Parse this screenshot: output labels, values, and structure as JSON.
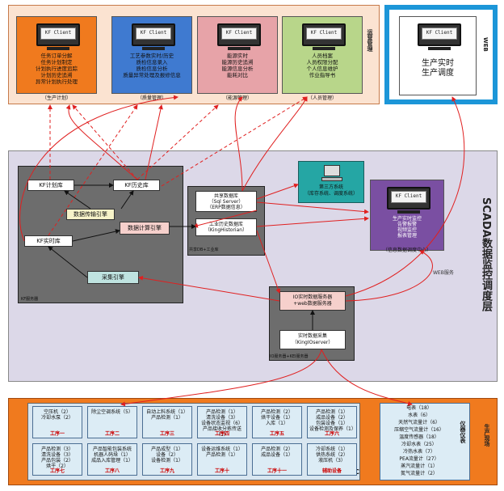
{
  "mgmt": {
    "side_label": "运营管理",
    "clients": [
      {
        "screen": "KF Client",
        "lines": [
          "任务订单分解",
          "任务计划制定",
          "计划执行进度追踪",
          "计划历史追溯",
          "异常计划执行处理"
        ],
        "caption": "（生产计划）",
        "bg": "#f07a1e"
      },
      {
        "screen": "KF Client",
        "lines": [
          "工艺参数实时/历史",
          "质检信息录入",
          "质检信息分析",
          "质量异常处理及报修信息"
        ],
        "caption": "（质量管理）",
        "bg": "#3f7ad0"
      },
      {
        "screen": "KF Client",
        "lines": [
          "能源实时",
          "能源历史追溯",
          "能源信息分析",
          "能耗对比"
        ],
        "caption": "（能源管理）",
        "bg": "#e7a3a8"
      },
      {
        "screen": "KF Client",
        "lines": [
          "人员档案",
          "人员权限分配",
          "个人信息维护",
          "作业指导书"
        ],
        "caption": "（人员管理）",
        "bg": "#b8d68a"
      }
    ]
  },
  "web": {
    "side_label": "WEB",
    "client": {
      "screen": "KF Client",
      "lines": [
        "生产实时",
        "生产调度"
      ],
      "bg": "#4db04a"
    }
  },
  "scada": {
    "title": "SCADA数据监控调度层",
    "mes_service_label": "KF服务器",
    "mes_boxes": {
      "plan_db": "KF计划库",
      "history_db": "KF历史库",
      "realtime_db": "KF实时库",
      "data_drive": "数据传输引擎",
      "data_calc": "数据计算引擎",
      "collect_engine": "采集引擎"
    },
    "shared_label": "共享DB+工业库",
    "shared_boxes": {
      "shared_db": "共享数据库\n（Sql Server）\n（ERP数据信息）",
      "industrial_db": "工业历史数据库\n（KingHistorian）"
    },
    "third_party": "第三方系统\n（库存系统、调度系统）",
    "control_center": {
      "screen": "KF Client",
      "lines": [
        "生产实时监控",
        "告警报警",
        "视频监控",
        "报表管理"
      ],
      "caption": "（信息数据调度中心）"
    },
    "web_service_label": "WEB服务",
    "io_label": "IO服务器+KEI服务器",
    "io_boxes": {
      "io_service": "IO实时数据服务器\n+web数据服务器",
      "realtime_collect": "实时数据采集\n（KingIOserver）"
    }
  },
  "plant": {
    "side_label": "生产现场",
    "plc_label": "PLC",
    "instrument_label": "仪器仪表",
    "plc_cards": [
      {
        "lines": [
          "空压机（2）",
          "冷却水泵（2）"
        ],
        "tag": "工序一"
      },
      {
        "lines": [
          "除尘空调系统（5）"
        ],
        "tag": "工序二"
      },
      {
        "lines": [
          "自动上料系统（1）",
          "产品检测（1）"
        ],
        "tag": "工序三"
      },
      {
        "lines": [
          "产品检测（1）",
          "清洗设备（3）",
          "设备状态监视（6）",
          "产品接收分拣传送（1）"
        ],
        "tag": "工序四"
      },
      {
        "lines": [
          "产品检测（2）",
          "烘干设备（1）",
          "入库（1）"
        ],
        "tag": "工序五"
      },
      {
        "lines": [
          "产品检测（1）",
          "成品设备（2）",
          "包装设备（1）",
          "设备检测及保养（1）"
        ],
        "tag": "工序六"
      },
      {
        "lines": [
          "产品检测（3）",
          "清洗设备（3）",
          "产品包装（2）",
          "烘干（2）"
        ],
        "tag": "工序七"
      },
      {
        "lines": [
          "产品智能包装系统",
          "机器人码垛（1）",
          "成品入库管理（1）"
        ],
        "tag": "工序八"
      },
      {
        "lines": [
          "产品成型（1）",
          "设备（2）",
          "设备检测（1）"
        ],
        "tag": "工序九"
      },
      {
        "lines": [
          "设备运维系统（1）",
          "产品检测（1）"
        ],
        "tag": "工序十"
      },
      {
        "lines": [
          "产品检测（2）",
          "成品设备（1）"
        ],
        "tag": "工序十一"
      },
      {
        "lines": [
          "冷却系统（1）",
          "供热系统（2）",
          "液压机（3）"
        ],
        "tag": "辅助设备"
      }
    ],
    "instruments": [
      "电表（18）",
      "水表（6）",
      "天然气流量计（6）",
      "压缩空气流量计（16）",
      "温度传感器（18）",
      "冷却水表（25）",
      "冷热水表（7）",
      "PEA流量计（27）",
      "蒸汽流量计（1）",
      "氮气流量计（2）"
    ]
  },
  "colors": {
    "arrow_red": "#e02020",
    "arrow_dark": "#111111"
  }
}
